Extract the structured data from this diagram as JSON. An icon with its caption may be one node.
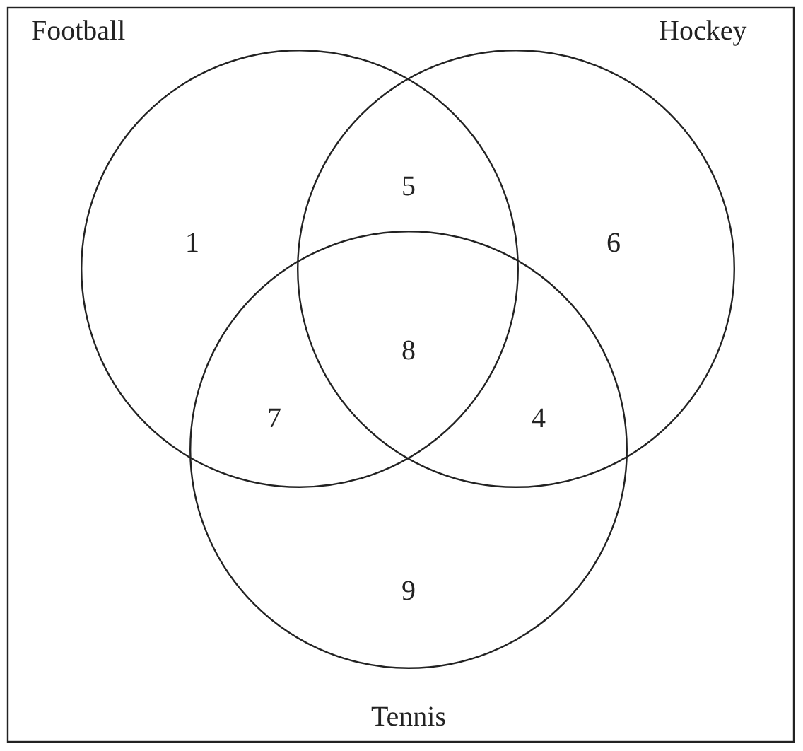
{
  "diagram": {
    "nodes": [
      {
        "text": [],
        "shape": "box"
      },
      {
        "text": [
          "Football"
        ],
        "in": 0
      },
      {
        "text": [
          "Hockey"
        ],
        "in": 0
      },
      {
        "text": [
          "Tennis"
        ],
        "in": 0
      }
    ],
    "labels": [
      "5",
      "1",
      "6",
      "8",
      "7",
      "4",
      "9"
    ]
  }
}
